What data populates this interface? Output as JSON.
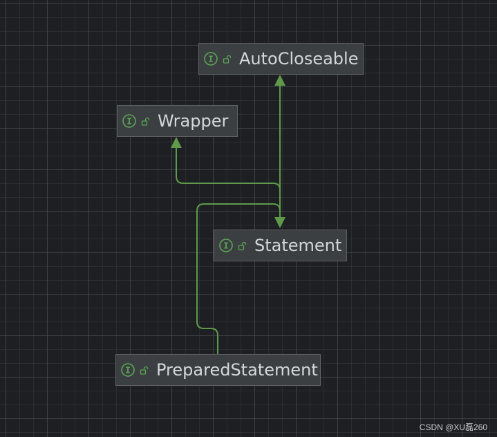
{
  "nodes": [
    {
      "id": "autocloseable",
      "label": "AutoCloseable",
      "icon": "interface-icon"
    },
    {
      "id": "wrapper",
      "label": "Wrapper",
      "icon": "interface-icon"
    },
    {
      "id": "statement",
      "label": "Statement",
      "icon": "interface-icon"
    },
    {
      "id": "preparedstatement",
      "label": "PreparedStatement",
      "icon": "interface-icon"
    }
  ],
  "edges": [
    {
      "from": "statement",
      "to": "autocloseable",
      "type": "extends"
    },
    {
      "from": "statement",
      "to": "wrapper",
      "type": "extends"
    },
    {
      "from": "preparedstatement",
      "to": "statement",
      "type": "extends"
    }
  ],
  "interface_icon_letter": "I",
  "colors": {
    "background": "#1e1f22",
    "node_fill": "#3c3f41",
    "node_border": "#5f6265",
    "edge": "#5f9a4a",
    "icon": "#5aa657",
    "text": "#d4d7da"
  },
  "watermark": "CSDN @XU磊260"
}
